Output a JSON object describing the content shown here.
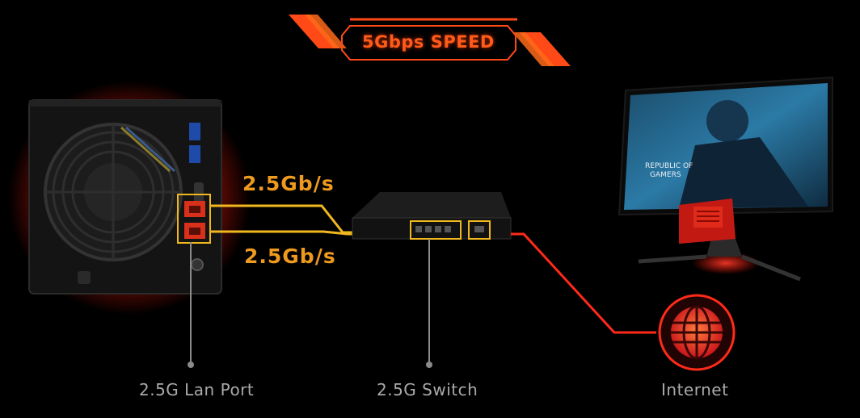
{
  "header": {
    "speed_title": "5Gbps SPEED"
  },
  "links": {
    "upper_rate": "2.5Gb/s",
    "lower_rate": "2.5Gb/s"
  },
  "captions": {
    "nas": "2.5G Lan Port",
    "switch": "2.5G Switch",
    "internet": "Internet"
  },
  "monitor": {
    "brand_text_line1": "REPUBLIC OF",
    "brand_text_line2": "GAMERS"
  },
  "icons": {
    "globe": "globe-icon",
    "ethernet_port": "ethernet-port-icon",
    "fan": "fan-icon"
  },
  "colors": {
    "background": "#000000",
    "accent_red": "#ff2a1a",
    "accent_orange": "#ff6a1a",
    "accent_yellow": "#f0b81e",
    "caption_gray": "#a9a9a9"
  }
}
